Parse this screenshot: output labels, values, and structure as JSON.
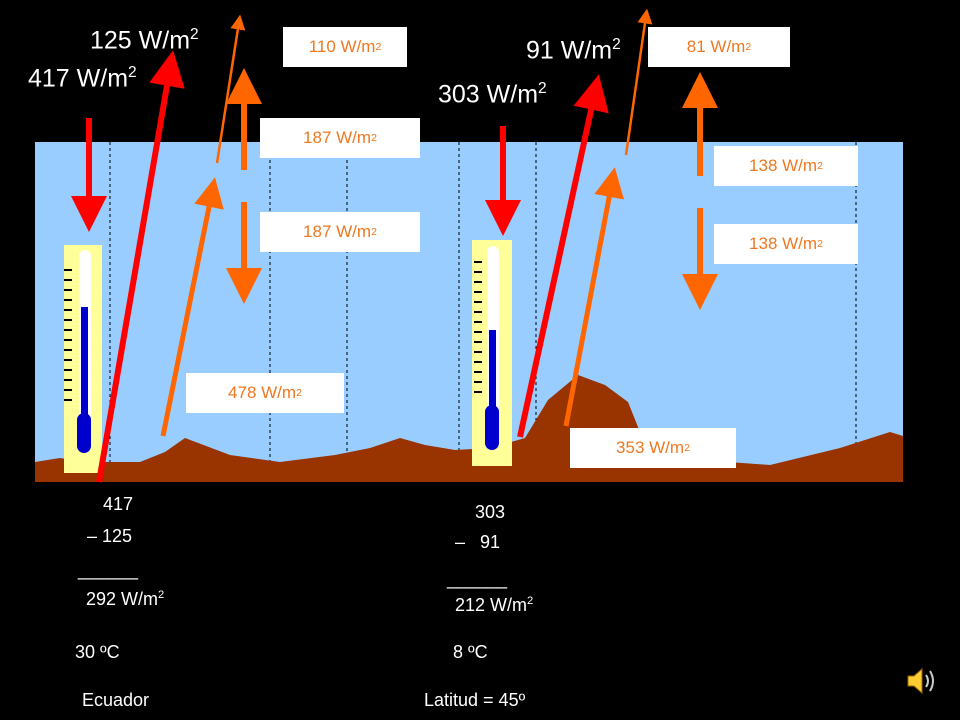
{
  "colors": {
    "sky": "#99ccff",
    "ground": "#993300",
    "thermo_frame": "#ffff99",
    "mercury": "#0000cc",
    "in_arrow": "#ff0000",
    "out_arrow": "#ff6600",
    "label": "#ff6600"
  },
  "ecuador": {
    "incoming": {
      "value": "417 W/m",
      "exp": "2"
    },
    "escape": {
      "value": "125 W/m",
      "exp": "2"
    },
    "atmos_out": {
      "value": "110 W/m",
      "exp": "2"
    },
    "atmos_up": {
      "value": "187 W/m",
      "exp": "2"
    },
    "atmos_down": {
      "value": "187 W/m",
      "exp": "2"
    },
    "surface_emit": {
      "value": "478 W/m",
      "exp": "2"
    },
    "calc": {
      "a": "417",
      "b": "– 125",
      "line": "______",
      "result": "292 W/m",
      "exp": "2"
    },
    "temp": "30 ºC",
    "place": "Ecuador"
  },
  "lat45": {
    "incoming": {
      "value": "303 W/m",
      "exp": "2"
    },
    "escape": {
      "value": "91 W/m",
      "exp": "2"
    },
    "atmos_out": {
      "value": "81 W/m",
      "exp": "2"
    },
    "atmos_up": {
      "value": "138 W/m",
      "exp": "2"
    },
    "atmos_down": {
      "value": "138 W/m",
      "exp": "2"
    },
    "surface_emit": {
      "value": "353 W/m",
      "exp": "2"
    },
    "calc": {
      "a": "303",
      "b": "–   91",
      "line": "______",
      "result": "212 W/m",
      "exp": "2"
    },
    "temp": "8 ºC",
    "place": "Latitud = 45º"
  },
  "icons": {
    "speaker": "speaker-icon"
  }
}
